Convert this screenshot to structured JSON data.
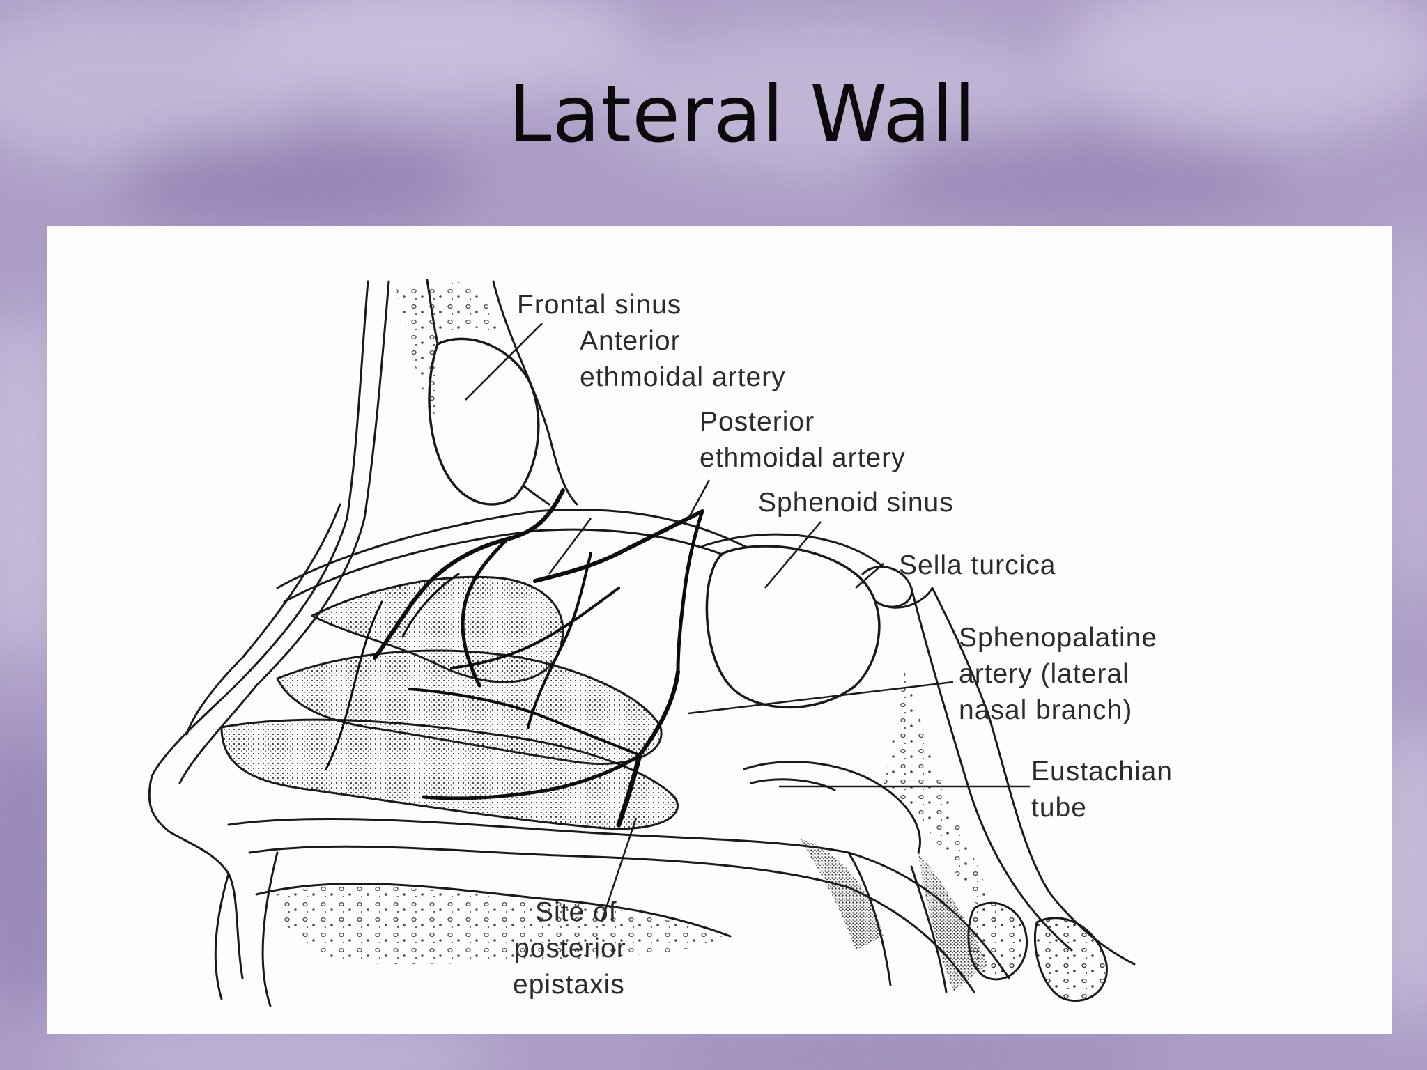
{
  "slide": {
    "title": "Lateral Wall"
  },
  "diagram": {
    "labels": {
      "frontal_sinus": "Frontal sinus",
      "anterior_ethmoidal_l1": "Anterior",
      "anterior_ethmoidal_l2": "ethmoidal artery",
      "posterior_ethmoidal_l1": "Posterior",
      "posterior_ethmoidal_l2": "ethmoidal artery",
      "sphenoid_sinus": "Sphenoid sinus",
      "sella_turcica": "Sella turcica",
      "sphenopalatine_l1": "Sphenopalatine",
      "sphenopalatine_l2": "artery (lateral",
      "sphenopalatine_l3": "nasal branch)",
      "eustachian_l1": "Eustachian",
      "eustachian_l2": "tube",
      "epistaxis_l1": "Site of",
      "epistaxis_l2": "posterior",
      "epistaxis_l3": "epistaxis"
    }
  },
  "colors": {
    "background": "#a99bc4",
    "panel": "#fdfdfd",
    "ink": "#1a1a1a"
  }
}
